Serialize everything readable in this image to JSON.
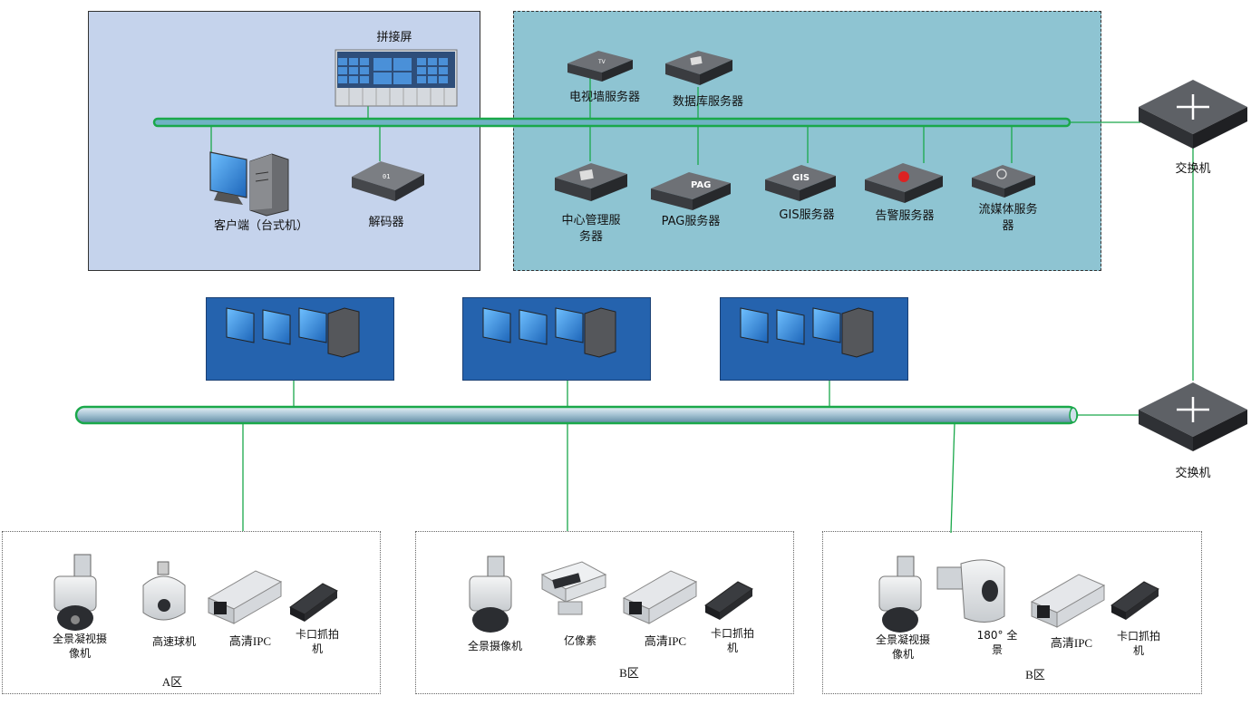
{
  "client_area": {
    "video_wall": "拼接屏",
    "desktop_client": "客户端（台式机）",
    "decoder": "解码器"
  },
  "server_area": {
    "tv_wall_server": "电视墙服务器",
    "database_server": "数据库服务器",
    "central_mgmt_server_line1": "中心管理服",
    "central_mgmt_server_line2": "务器",
    "pag_server": "PAG服务器",
    "gis_server": "GIS服务器",
    "alarm_server": "告警服务器",
    "stream_server_line1": "流媒体服务",
    "stream_server_line2": "器",
    "pag_badge": "PAG",
    "gis_badge": "GIS",
    "tv_badge": "TV"
  },
  "switches": {
    "top": "交换机",
    "bottom": "交换机"
  },
  "zones": [
    {
      "name": "A区",
      "devices": [
        "全景凝视摄",
        "像机",
        "高速球机",
        "高清IPC",
        "卡口抓拍",
        "机"
      ]
    },
    {
      "name": "B区",
      "devices": [
        "全景摄像机",
        "亿像素",
        "高清IPC",
        "卡口抓拍",
        "机"
      ]
    },
    {
      "name": "B区",
      "devices": [
        "全景凝视摄",
        "像机",
        "180° 全",
        "景",
        "高清IPC",
        "卡口抓拍",
        "机"
      ]
    }
  ],
  "colors": {
    "link_green": "#1aa84a",
    "client_bg": "#c5d3ec",
    "server_bg": "#8ec4d2",
    "workstation_bg": "#2563ae"
  }
}
